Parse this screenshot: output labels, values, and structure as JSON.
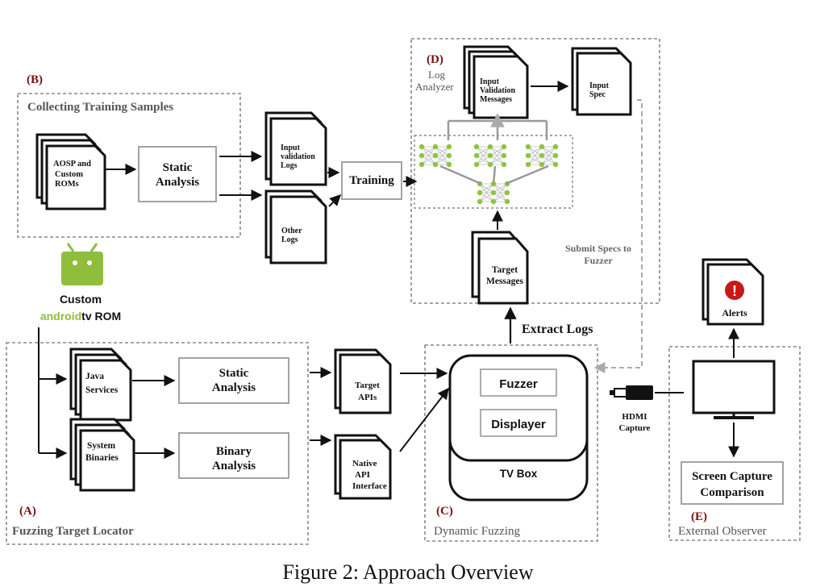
{
  "caption": "Figure 2: Approach Overview",
  "panels": {
    "b": {
      "tag": "(B)",
      "title": "Collecting Training Samples"
    },
    "a": {
      "tag": "(A)",
      "title": "Fuzzing Target Locator"
    },
    "c": {
      "tag": "(C)",
      "title": "Dynamic Fuzzing"
    },
    "d": {
      "tag": "(D)",
      "title_line1": "Log",
      "title_line2": "Analyzer"
    },
    "e": {
      "tag": "(E)",
      "title": "External Observer"
    }
  },
  "nodes": {
    "aosp": [
      "AOSP and",
      "Custom",
      "ROMs"
    ],
    "static_analysis_b": [
      "Static",
      "Analysis"
    ],
    "input_validation_logs": [
      "Input",
      "validation",
      "Logs"
    ],
    "other_logs": [
      "Other",
      "Logs"
    ],
    "training": "Training",
    "input_validation_messages": [
      "Input",
      "Validation",
      "Messages"
    ],
    "input_spec": [
      "Input",
      "Spec"
    ],
    "target_messages": [
      "Target",
      "Messages"
    ],
    "submit_specs": [
      "Submit Specs to",
      "Fuzzer"
    ],
    "custom_rom": {
      "line1": "Custom",
      "android": "android",
      "tv": "tv ROM"
    },
    "java_services": [
      "Java",
      "Services"
    ],
    "system_binaries": [
      "System",
      "Binaries"
    ],
    "static_analysis_a": [
      "Static",
      "Analysis"
    ],
    "binary_analysis": [
      "Binary",
      "Analysis"
    ],
    "target_apis": [
      "Target",
      "APIs"
    ],
    "native_api": [
      "Native",
      "API",
      "Interface"
    ],
    "fuzzer": "Fuzzer",
    "displayer": "Displayer",
    "tv_box": "TV Box",
    "extract_logs": "Extract Logs",
    "hdmi": [
      "HDMI",
      "Capture"
    ],
    "alerts": "Alerts",
    "alert_symbol": "!",
    "screen_capture": [
      "Screen Capture",
      "Comparison"
    ]
  },
  "colors": {
    "tag": "#7a1010",
    "android_green": "#8fbe3a",
    "neuron": "#8fc53d",
    "dashed": "#888888"
  }
}
